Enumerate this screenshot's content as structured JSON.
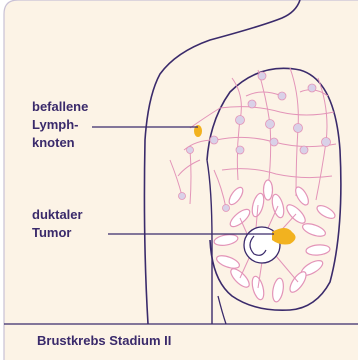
{
  "labels": {
    "lymph_nodes": [
      "befallene",
      "Lymph-",
      "knoten"
    ],
    "tumor": [
      "duktaler",
      "Tumor"
    ]
  },
  "caption": "Brustkrebs Stadium II",
  "colors": {
    "background": "#fcf3e6",
    "outline": "#3a2a6b",
    "duct": "#e394b8",
    "lymph_fill": "#d9d1e8",
    "lobule_fill": "#ffffff",
    "tumor": "#f2b21f",
    "affected_node": "#f2b21f"
  }
}
